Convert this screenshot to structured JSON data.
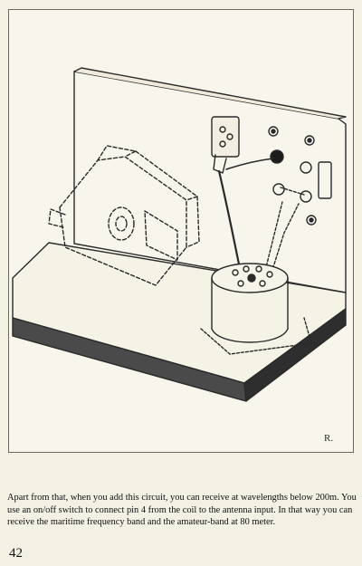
{
  "figure": {
    "signature": "R."
  },
  "caption": "Apart from that, when you add this circuit, you can receive at wavelengths below 200m. You use an on/off switch to connect pin 4 from the coil to the antenna input. In that way you can receive the maritime frequency band and the amateur-band at 80 meter.",
  "page_number": "42"
}
